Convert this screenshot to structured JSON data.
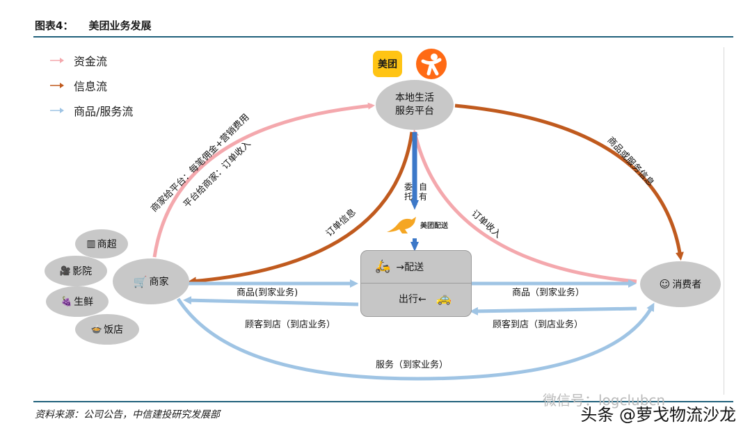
{
  "header": {
    "figure_no": "图表4：",
    "title": "美团业务发展"
  },
  "legend": [
    {
      "label": "资金流",
      "color": "#f4a8ad"
    },
    {
      "label": "信息流",
      "color": "#c05a1e"
    },
    {
      "label": "商品/服务流",
      "color": "#9fc4e4"
    }
  ],
  "logos": {
    "meituan": "美团"
  },
  "nodes": {
    "platform": "本地生活\n服务平台",
    "merchant": "商家",
    "consumer": "消费者",
    "supermarket": "商超",
    "cinema": "影院",
    "fresh": "生鲜",
    "restaurant": "饭店",
    "delivery_brand": "美团配送",
    "delivery_row": "→配送",
    "ride_row": "出行←"
  },
  "flows": {
    "merchant_to_platform": "商家给平台：每笔佣金+营销费用",
    "platform_to_merchant": "平台给商家：订单收入",
    "order_info": "订单信息",
    "entrust": "委\n托",
    "own": "自\n有",
    "order_income": "订单收入",
    "goods_info": "商品或服务信息",
    "goods_left": "商品(到家业务)",
    "goods_right": "商品（到家业务）",
    "visit_left": "顾客到店（到店业务）",
    "visit_right": "顾客到店（到店业务）",
    "service": "服务（到家业务）"
  },
  "colors": {
    "money": "#f4a8ad",
    "info": "#c05a1e",
    "goods": "#9fc4e4",
    "delivery_arrow": "#3c78c8"
  },
  "footer": {
    "source": "资料来源：公司公告，中信建投研究发展部"
  },
  "watermark": {
    "main": "头条 @萝戈物流沙龙",
    "wechat": "微信号：logclubcn"
  }
}
